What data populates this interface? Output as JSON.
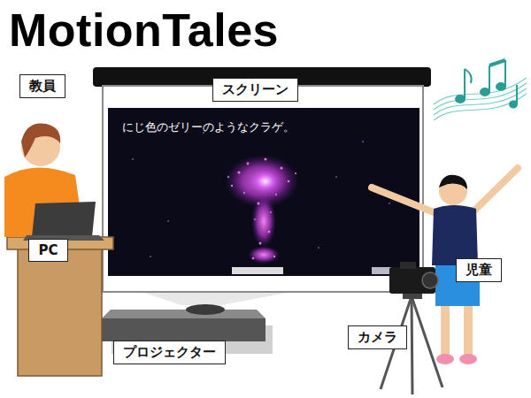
{
  "diagram": {
    "title": "MotionTales",
    "nodes": [
      {
        "text": [
          "教員"
        ]
      },
      {
        "text": [
          "スクリーン"
        ]
      },
      {
        "text": [
          "にじ色のゼリーのようなクラゲ。"
        ]
      },
      {
        "text": [
          "PC"
        ]
      },
      {
        "text": [
          "児童"
        ]
      },
      {
        "text": [
          "カメラ"
        ]
      },
      {
        "text": [
          "プロジェクター"
        ]
      }
    ]
  }
}
